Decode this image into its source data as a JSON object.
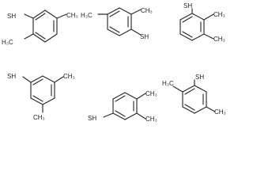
{
  "labels": {
    "sh": "SH",
    "h3c": "H₃C",
    "ch3": "CH₃"
  }
}
